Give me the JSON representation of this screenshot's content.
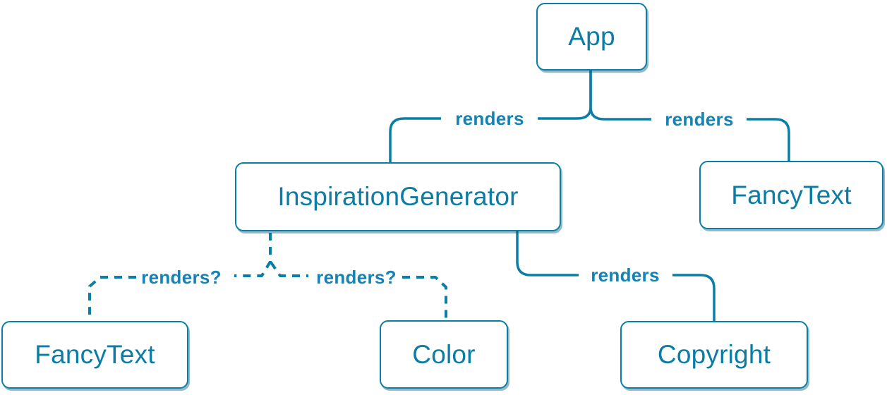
{
  "diagram": {
    "type": "component-render-tree"
  },
  "colors": {
    "edge_stroke": "#0a7ea6",
    "node_border": "#0a7ea6",
    "node_text": "#0b7ca4",
    "node_background": "#ffffff",
    "edge_label_text": "#1482b4",
    "node_shadow": "rgba(5,89,117,0.42)"
  },
  "nodes": {
    "app": {
      "label": "App"
    },
    "inspiration_generator": {
      "label": "InspirationGenerator"
    },
    "fancy_text_top": {
      "label": "FancyText"
    },
    "fancy_text_bottom": {
      "label": "FancyText"
    },
    "color": {
      "label": "Color"
    },
    "copyright": {
      "label": "Copyright"
    }
  },
  "edges": {
    "app_to_inspiration_generator": {
      "label": "renders",
      "style": "solid"
    },
    "app_to_fancy_text": {
      "label": "renders",
      "style": "solid"
    },
    "inspiration_generator_to_copyright": {
      "label": "renders",
      "style": "solid"
    },
    "inspiration_generator_to_fancy_text": {
      "label": "renders?",
      "style": "dashed"
    },
    "inspiration_generator_to_color": {
      "label": "renders?",
      "style": "dashed"
    }
  }
}
